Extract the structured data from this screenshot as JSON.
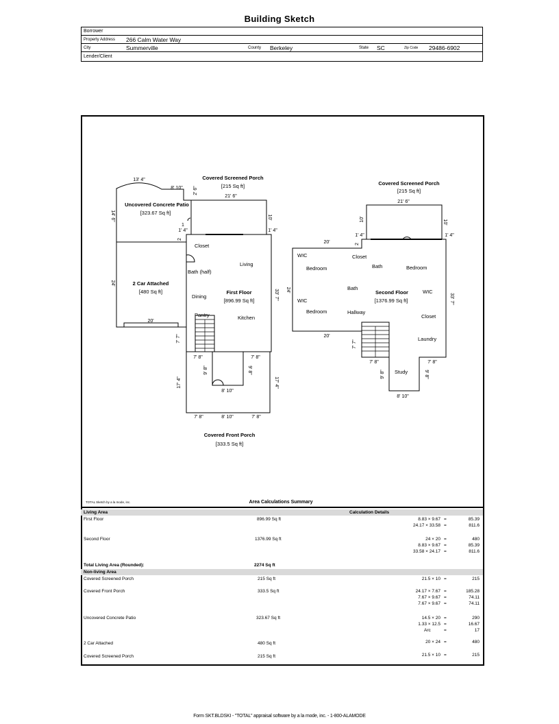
{
  "page_title": "Building Sketch",
  "header": {
    "borrower_label": "Borrower",
    "borrower_value": "",
    "address_label": "Property Address",
    "address_value": "266 Calm Water Way",
    "city_label": "City",
    "city_value": "Summerville",
    "county_label": "County",
    "county_value": "Berkeley",
    "state_label": "State",
    "state_value": "SC",
    "zip_label": "Zip Code",
    "zip_value": "29486-6902",
    "lender_label": "Lender/Client",
    "lender_value": ""
  },
  "sketch": {
    "labels": {
      "porch_top_name": "Covered Screened Porch",
      "porch_top_area": "[215 Sq ft]",
      "patio_name": "Uncovered Concrete Patio",
      "patio_area": "[323.67 Sq ft]",
      "garage_name": "2 Car Attached",
      "garage_area": "[480 Sq ft]",
      "first_floor_name": "First Floor",
      "first_floor_area": "[896.99 Sq ft]",
      "front_porch_name": "Covered Front Porch",
      "front_porch_area": "[333.5 Sq ft]",
      "porch_right_name": "Covered Screened Porch",
      "porch_right_area": "[215 Sq ft]",
      "second_floor_name": "Second Floor",
      "second_floor_area": "[1376.99 Sq ft]"
    },
    "rooms1": {
      "closet": "Closet",
      "living": "Living",
      "bath": "Bath (half)",
      "dining": "Dining",
      "pantry": "Pantry",
      "kitchen": "Kitchen"
    },
    "rooms2": {
      "wic_top": "WIC",
      "bedroom_tl": "Bedroom",
      "closet": "Closet",
      "bath_top": "Bath",
      "bedroom_tr": "Bedroom",
      "bath_mid": "Bath",
      "wic_bottom": "WIC",
      "bedroom_bl": "Bedroom",
      "hallway": "Hallway",
      "wic_right": "WIC",
      "closet_right": "Closet",
      "laundry": "Laundry",
      "study": "Study"
    },
    "dims1": {
      "patio_arc": "13' 4\"",
      "patio_top": "8' 10\"",
      "patio_step": "2' 6\"",
      "patio_side": "14' 6\"",
      "porch_top": "21' 6\"",
      "porch_side": "10'",
      "small_1": "1",
      "small_1_4_left": "1' 4\"",
      "small_1_4_right": "1' 4\"",
      "small_2": "2",
      "garage_side": "24'",
      "garage_bottom": "20'",
      "ff_right": "33' 7\"",
      "ff_stair": "7' 7\"",
      "ff_bottom_left": "7' 8\"",
      "ff_bottom_right": "7' 8\"",
      "notch_left": "9' 8\"",
      "notch_right": "9' 8\"",
      "notch_bottom": "8' 10\"",
      "fp_left": "17' 4\"",
      "fp_right": "17' 4\"",
      "fp_bottom_left": "7' 8\"",
      "fp_bottom_mid": "8' 10\"",
      "fp_bottom_right": "7' 8\""
    },
    "dims2": {
      "porch_top": "21' 6\"",
      "porch_left": "10'",
      "porch_right": "10'",
      "small_1_4_left": "1' 4\"",
      "small_1_4_right": "1' 4\"",
      "small_2": "2",
      "top_left": "20'",
      "left_side": "24'",
      "right_side": "33' 7\"",
      "bottom_left": "20'",
      "stair": "7' 7\"",
      "bump_left": "7' 8\"",
      "bump_right": "7' 8\"",
      "study_left": "9' 8\"",
      "study_right": "9' 8\"",
      "study_bottom": "8' 10\""
    }
  },
  "sketch_credit": "TOTAL Sketch by a la mode, inc.",
  "area_summary_title": "Area Calculations Summary",
  "calc": {
    "living_area_header": "Living Area",
    "calc_details_header": "Calculation Details",
    "non_living_header": "Non-living Area",
    "total_label": "Total Living Area (Rounded):",
    "total_value": "2274 Sq ft",
    "living": [
      {
        "name": "First Floor",
        "area": "896.99 Sq ft",
        "details": [
          {
            "expr": "8.83 × 9.67",
            "eq": "=",
            "res": "85.39"
          },
          {
            "expr": "24.17 × 33.58",
            "eq": "=",
            "res": "811.6"
          }
        ]
      },
      {
        "name": "Second Floor",
        "area": "1376.99 Sq ft",
        "details": [
          {
            "expr": "24 × 20",
            "eq": "=",
            "res": "480"
          },
          {
            "expr": "8.83 × 9.67",
            "eq": "=",
            "res": "85.39"
          },
          {
            "expr": "33.58 × 24.17",
            "eq": "=",
            "res": "811.6"
          }
        ]
      }
    ],
    "non_living": [
      {
        "name": "Covered Screened Porch",
        "area": "215 Sq ft",
        "details": [
          {
            "expr": "21.5 × 10",
            "eq": "=",
            "res": "215"
          }
        ]
      },
      {
        "name": "Covered Front Porch",
        "area": "333.5 Sq ft",
        "details": [
          {
            "expr": "24.17 × 7.67",
            "eq": "=",
            "res": "185.28"
          },
          {
            "expr": "7.67 × 9.67",
            "eq": "=",
            "res": "74.11"
          },
          {
            "expr": "7.67 × 9.67",
            "eq": "=",
            "res": "74.11"
          }
        ]
      },
      {
        "name": "Uncovered Concrete Patio",
        "area": "323.67 Sq ft",
        "details": [
          {
            "expr": "14.5 × 20",
            "eq": "=",
            "res": "290"
          },
          {
            "expr": "1.33 × 12.5",
            "eq": "=",
            "res": "16.67"
          },
          {
            "expr": "Arc",
            "eq": "=",
            "res": "17"
          }
        ]
      },
      {
        "name": "2 Car Attached",
        "area": "480 Sq ft",
        "details": [
          {
            "expr": "20 × 24",
            "eq": "=",
            "res": "480"
          }
        ]
      },
      {
        "name": "Covered Screened Porch",
        "area": "215 Sq ft",
        "details": [
          {
            "expr": "21.5 × 10",
            "eq": "=",
            "res": "215"
          }
        ]
      }
    ]
  },
  "footer": "Form SKT.BLDSKI - \"TOTAL\" appraisal software by a la mode, inc. - 1-800-ALAMODE"
}
